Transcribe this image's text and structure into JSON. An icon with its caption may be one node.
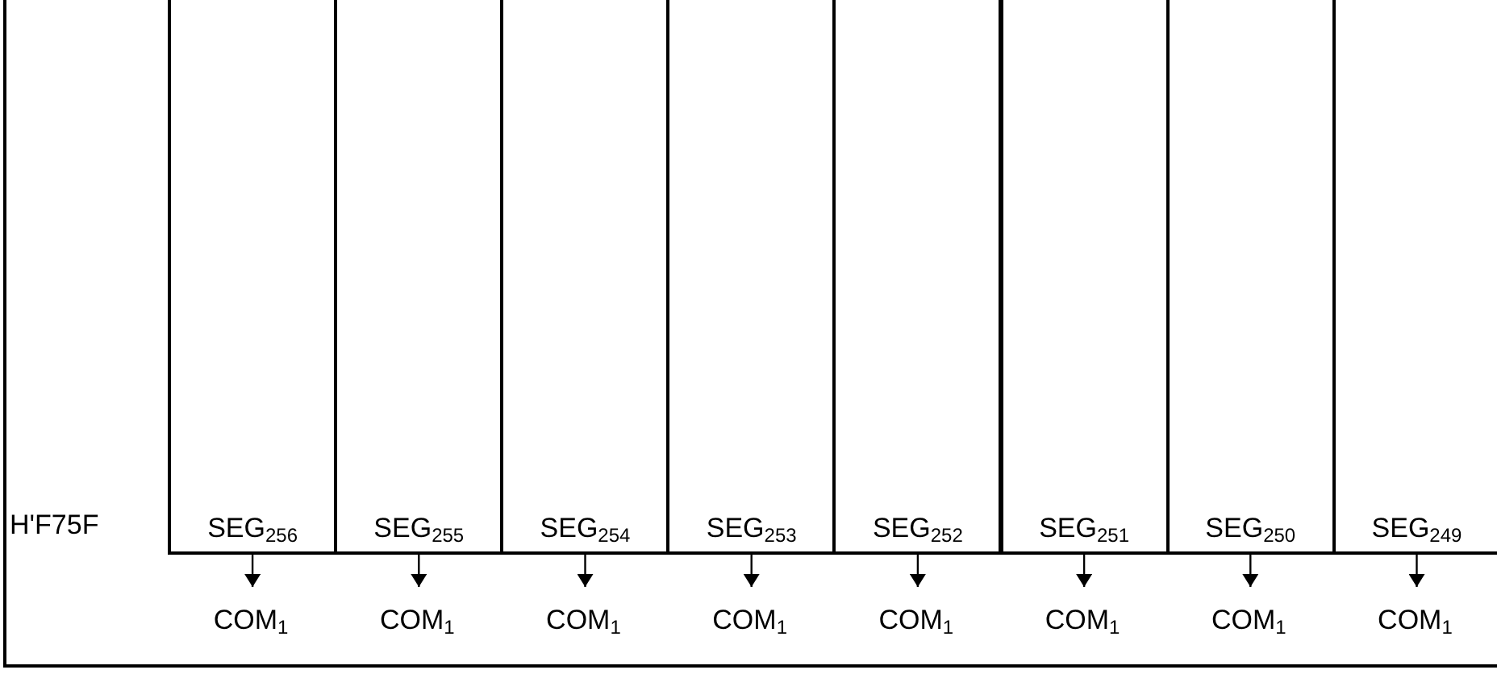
{
  "diagram": {
    "nodes": [
      {
        "text": [],
        "shape": "box"
      },
      {
        "text": [
          "SEG$_{256}$"
        ],
        "in": 0
      },
      {
        "text": [
          "SEG$_{255}$"
        ],
        "in": 0
      },
      {
        "text": [
          "SEG$_{254}$"
        ],
        "in": 0
      },
      {
        "text": [
          "SEG$_{253}$"
        ],
        "in": 0
      },
      {
        "text": [
          "SEG$_{252}$"
        ],
        "in": 0
      },
      {
        "text": [
          "SEG$_{251}$"
        ],
        "in": 0
      },
      {
        "text": [
          "SEG$_{250}$"
        ],
        "in": 0
      },
      {
        "text": [
          "SEG$_{249}$"
        ],
        "in": 0
      },
      {
        "text": [
          "COM$_{1}$"
        ],
        "in": 0
      },
      {
        "text": [
          "COM$_{1}$"
        ],
        "in": 0
      },
      {
        "text": [
          "COM$_{1}$"
        ],
        "in": 0
      },
      {
        "text": [
          "COM$_{1}$"
        ],
        "in": 0
      },
      {
        "text": [
          "COM$_{1}$"
        ],
        "in": 0
      },
      {
        "text": [
          "COM$_{1}$"
        ],
        "in": 0
      },
      {
        "text": [
          "COM$_{1}$"
        ],
        "in": 0
      },
      {
        "text": [
          "COM$_{1}$"
        ],
        "in": 0
      }
    ],
    "edges": [
      {
        "from": 1,
        "to": 9,
        "arrow": "to"
      },
      {
        "from": 2,
        "to": 10,
        "arrow": "to"
      },
      {
        "from": 3,
        "to": 11,
        "arrow": "to"
      },
      {
        "from": 4,
        "to": 12,
        "arrow": "to"
      },
      {
        "from": 5,
        "to": 13,
        "arrow": "to"
      },
      {
        "from": 6,
        "to": 14,
        "arrow": "to"
      },
      {
        "from": 7,
        "to": 15,
        "arrow": "to"
      },
      {
        "from": 8,
        "to": 16,
        "arrow": "to"
      }
    ],
    "labels": [
      "H'F75F"
    ]
  }
}
